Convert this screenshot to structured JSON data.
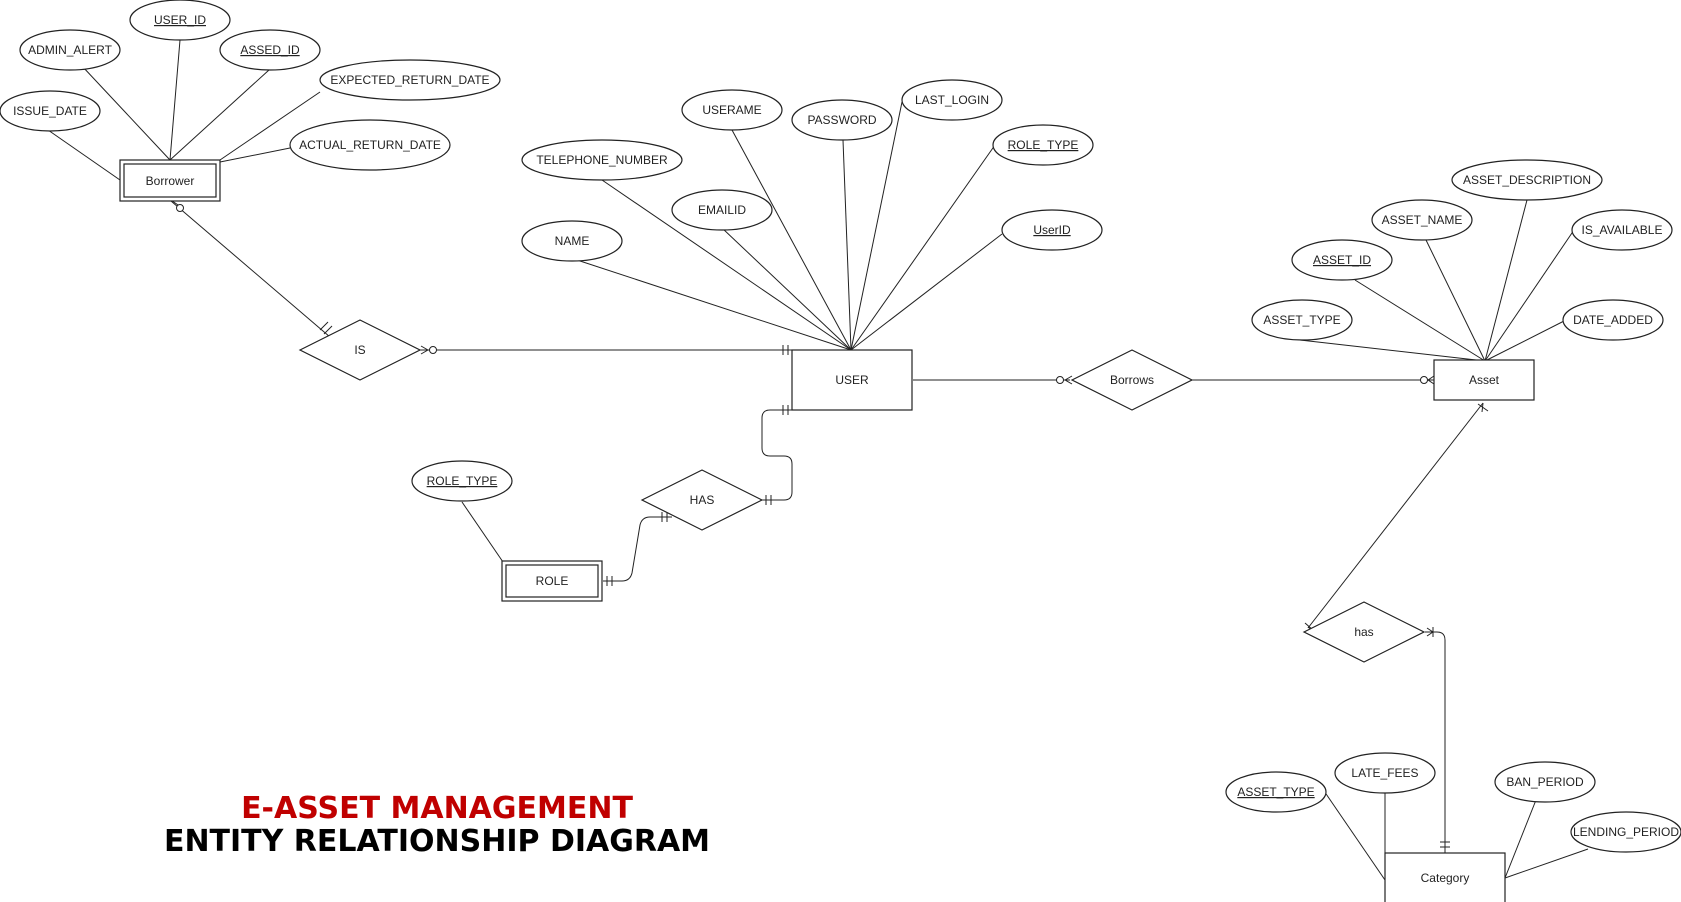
{
  "title": {
    "line1": "E-ASSET MANAGEMENT",
    "line2": "ENTITY RELATIONSHIP DIAGRAM",
    "line1_color": "#c00000",
    "line2_color": "#000000"
  },
  "entities": {
    "borrower": "Borrower",
    "user": "USER",
    "asset": "Asset",
    "role": "ROLE",
    "category": "Category"
  },
  "relationships": {
    "is": "IS",
    "borrows": "Borrows",
    "has_role": "HAS",
    "has_category": "has"
  },
  "attributes": {
    "borrower": {
      "admin_alert": "ADMIN_ALERT",
      "user_id": "USER_ID",
      "assed_id": "ASSED_ID",
      "expected_return_date": "EXPECTED_RETURN_DATE",
      "issue_date": "ISSUE_DATE",
      "actual_return_date": "ACTUAL_RETURN_DATE"
    },
    "user": {
      "userame": "USERAME",
      "password": "PASSWORD",
      "last_login": "LAST_LOGIN",
      "role_type": "ROLE_TYPE",
      "telephone_number": "TELEPHONE_NUMBER",
      "emailid": "EMAILID",
      "userid": "UserID",
      "name": "NAME"
    },
    "asset": {
      "asset_description": "ASSET_DESCRIPTION",
      "asset_name": "ASSET_NAME",
      "is_available": "IS_AVAILABLE",
      "asset_id": "ASSET_ID",
      "asset_type": "ASSET_TYPE",
      "date_added": "DATE_ADDED"
    },
    "role": {
      "role_type": "ROLE_TYPE"
    },
    "category": {
      "asset_type": "ASSET_TYPE",
      "late_fees": "LATE_FEES",
      "ban_period": "BAN_PERIOD",
      "lending_period": "LENDING_PERIOD"
    }
  }
}
